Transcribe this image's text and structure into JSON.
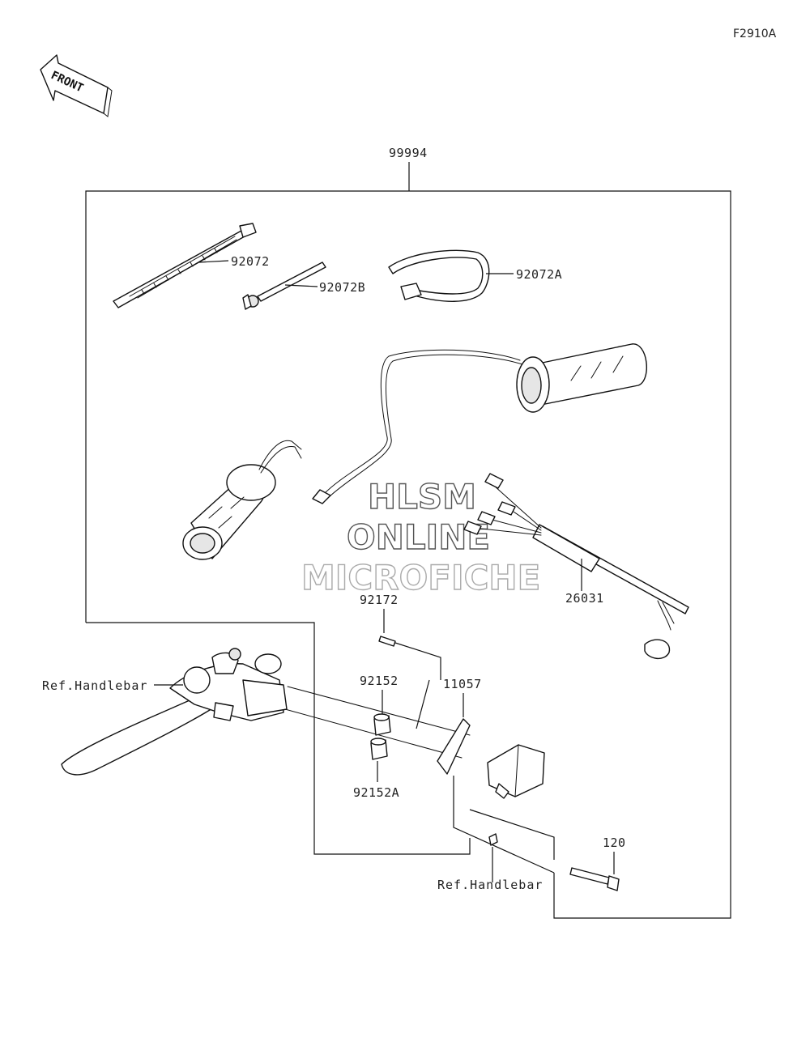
{
  "figure_code": "F2910A",
  "front_arrow": {
    "label": "FRONT",
    "icon": "front-arrow-icon"
  },
  "watermark": {
    "line1": "HLSM",
    "line2": "ONLINE",
    "line3": "MICROFICHE"
  },
  "parts": {
    "kit": "99994",
    "tie_band": "92072",
    "tie_band_b": "92072B",
    "tie_band_a": "92072A",
    "harness": "26031",
    "screw": "92172",
    "collar": "92152",
    "collar_a": "92152A",
    "bracket": "11057",
    "bolt": "120"
  },
  "references": {
    "handlebar_left": "Ref.Handlebar",
    "handlebar_bottom": "Ref.Handlebar"
  }
}
